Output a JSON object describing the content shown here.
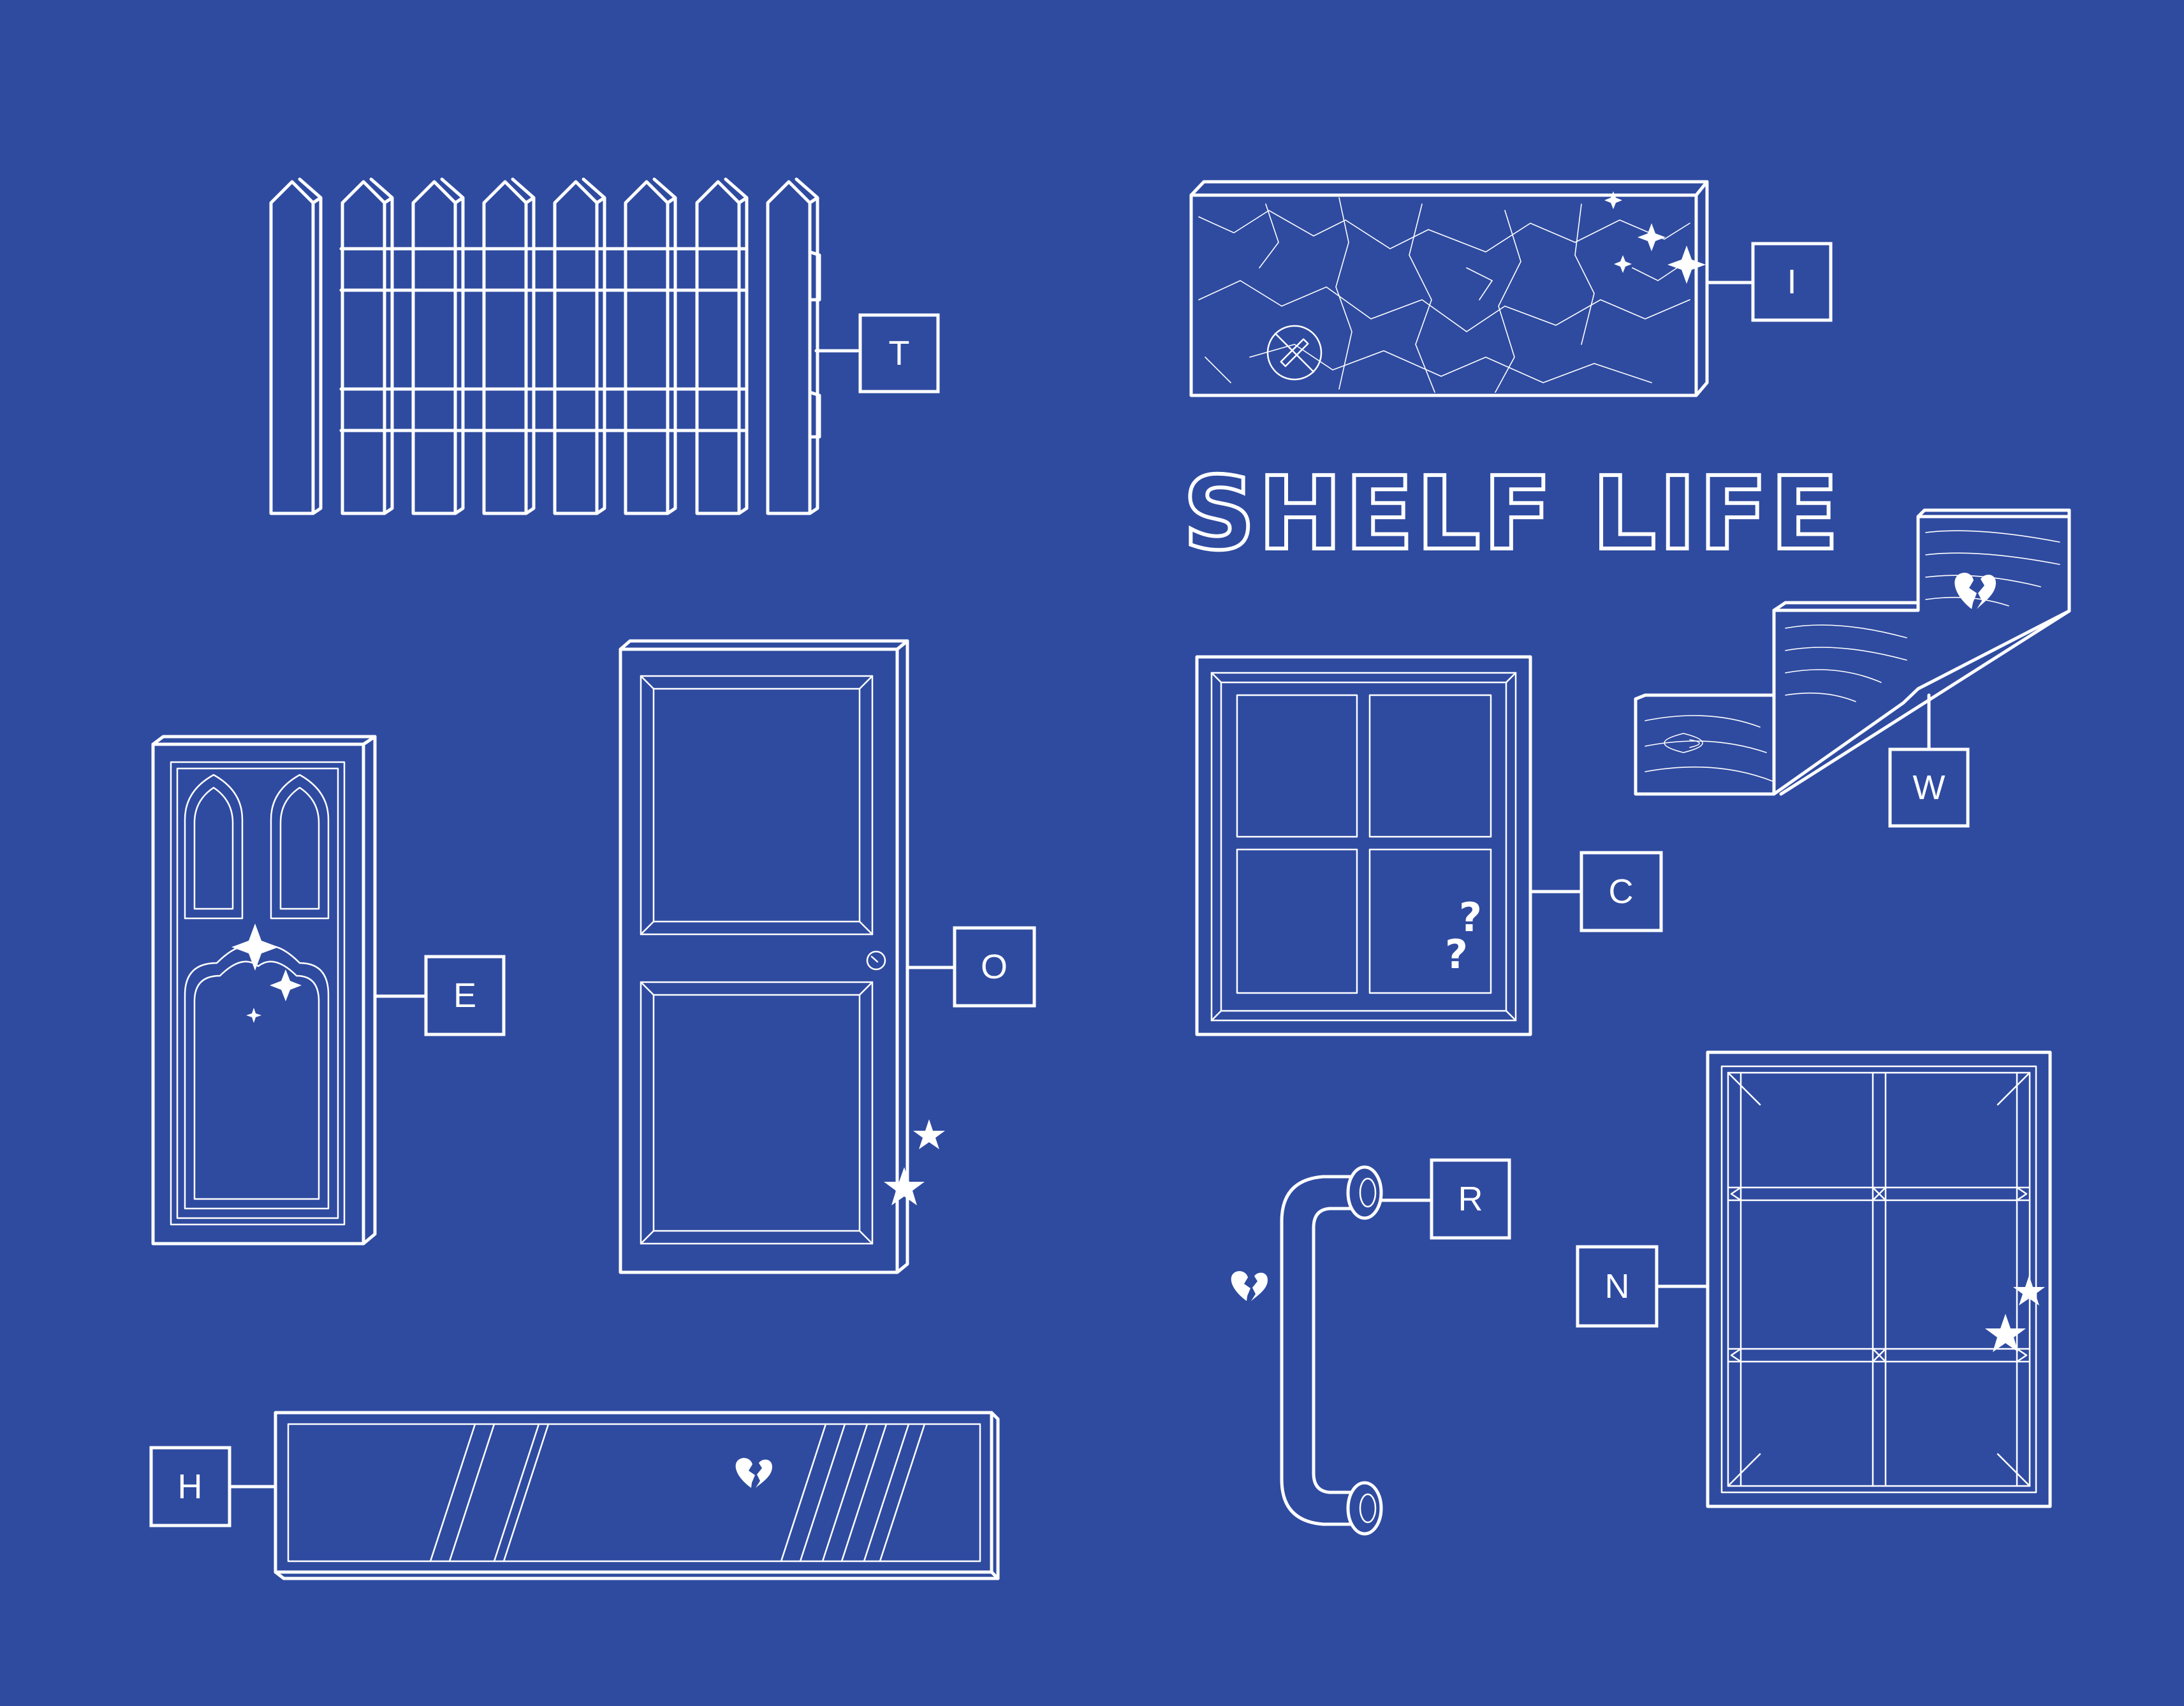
{
  "title": "SHELF LIFE",
  "colors": {
    "background": "#2f4ba0",
    "line": "#ffffff"
  },
  "items": [
    {
      "label": "T",
      "object": "radiator"
    },
    {
      "label": "I",
      "object": "marble-shelf"
    },
    {
      "label": "W",
      "object": "wood-step-shelf"
    },
    {
      "label": "E",
      "object": "gothic-cabinet-door"
    },
    {
      "label": "O",
      "object": "panel-door"
    },
    {
      "label": "C",
      "object": "window-frame"
    },
    {
      "label": "R",
      "object": "grab-handle"
    },
    {
      "label": "N",
      "object": "beveled-panel"
    },
    {
      "label": "H",
      "object": "mirror-bar"
    }
  ],
  "glyphs": {
    "question": "?"
  }
}
